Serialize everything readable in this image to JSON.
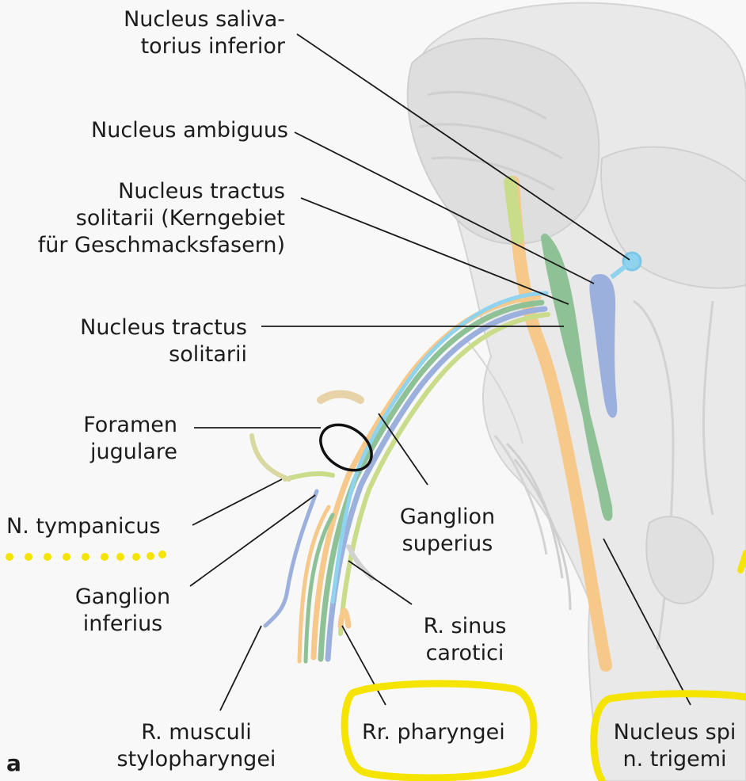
{
  "labels": {
    "nucleus_salivatorius": "Nucleus saliva-\ntorius inferior",
    "nucleus_ambiguus": "Nucleus ambiguus",
    "nucleus_tractus_solitarii_taste": "Nucleus tractus\nsolitarii (Kerngebiet\nfür Geschmacksfasern)",
    "nucleus_tractus_solitarii": "Nucleus tractus\nsolitarii",
    "foramen_jugulare": "Foramen\njugulare",
    "n_tympanicus": "N. tympanicus",
    "ganglion_inferius": "Ganglion\ninferius",
    "ganglion_superius": "Ganglion\nsuperius",
    "r_sinus_carotici": "R. sinus\ncarotici",
    "r_musculi_stylopharyngei": "R. musculi\nstylopharyngei",
    "rr_pharyngei": "Rr. pharyngei",
    "nucleus_spinalis": "Nucleus spi\nn. trigemi",
    "panel_letter": "a"
  },
  "colors": {
    "highlight": "#f5e400",
    "nucleus_salivatorius": "#8fd3ee",
    "nucleus_ambiguus": "#9bb0dc",
    "nucleus_tractus_solitarii": "#8fc197",
    "nucleus_tractus_solitarii_taste": "#c8dc8a",
    "nucleus_spinalis": "#f6c88a",
    "brainstem": "#ececec",
    "background": "#f7f7f7"
  }
}
